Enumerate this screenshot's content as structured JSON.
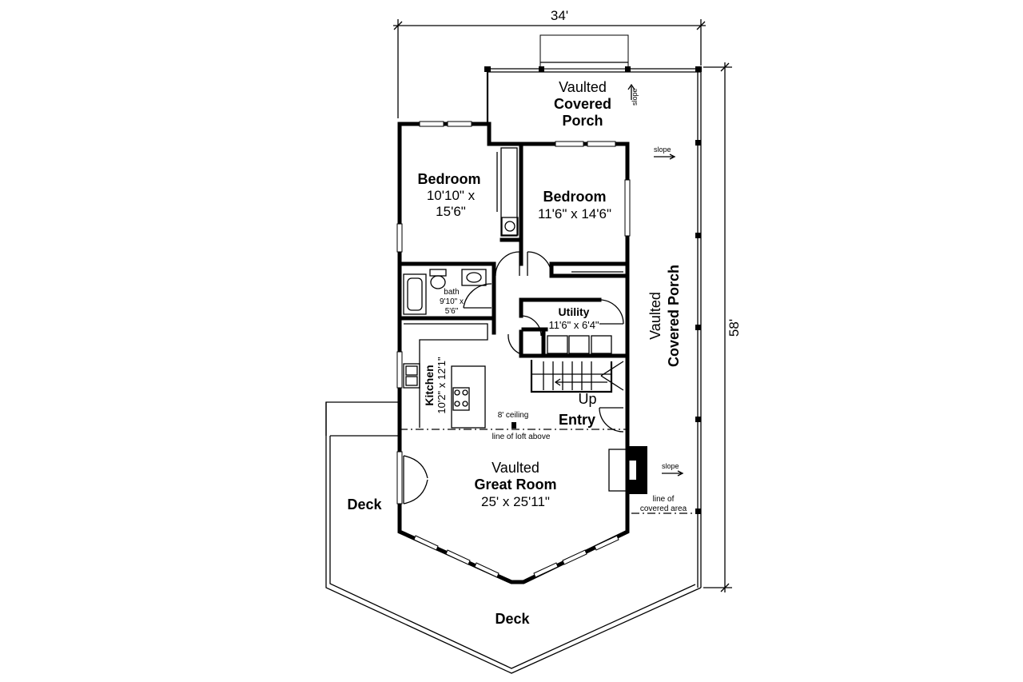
{
  "dimensions": {
    "width": "34'",
    "depth": "58'"
  },
  "rooms": {
    "top_porch": {
      "line1": "Vaulted",
      "line2": "Covered",
      "line3": "Porch"
    },
    "side_porch": {
      "line1": "Vaulted",
      "line2": "Covered Porch"
    },
    "bedroom_left": {
      "name": "Bedroom",
      "size1": "10'10\" x",
      "size2": "15'6\""
    },
    "bedroom_right": {
      "name": "Bedroom",
      "size": "11'6\" x 14'6\""
    },
    "bath": {
      "name": "bath",
      "size1": "9'10\" x",
      "size2": "5'6\""
    },
    "utility": {
      "name": "Utility",
      "size": "11'6\" x 6'4\""
    },
    "kitchen": {
      "name": "Kitchen",
      "size": "10'2\" x 12'1\""
    },
    "entry": {
      "name": "Entry",
      "stair": "Up"
    },
    "great_room": {
      "line1": "Vaulted",
      "line2": "Great Room",
      "size": "25' x 25'11\""
    },
    "deck_side": {
      "name": "Deck"
    },
    "deck_front": {
      "name": "Deck"
    }
  },
  "notes": {
    "ceiling": "8' ceiling",
    "loft": "line of loft above",
    "covered_line1": "line of",
    "covered_line2": "covered area",
    "slope": "slope"
  }
}
